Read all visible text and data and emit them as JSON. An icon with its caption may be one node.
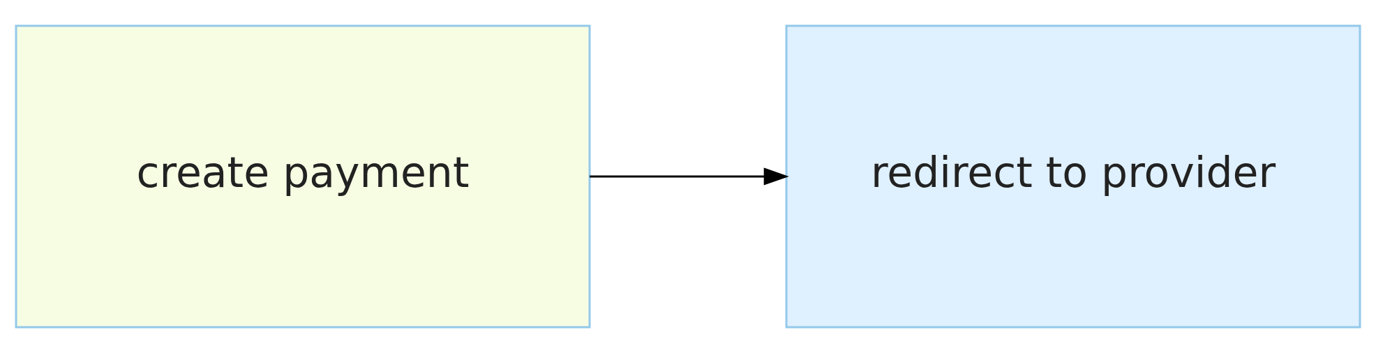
{
  "diagram": {
    "nodes": [
      {
        "text": [
          "create payment"
        ]
      },
      {
        "text": [
          "redirect to provider"
        ]
      }
    ],
    "edges": [
      {
        "from": 0,
        "to": 1,
        "arrow": "to"
      }
    ]
  }
}
